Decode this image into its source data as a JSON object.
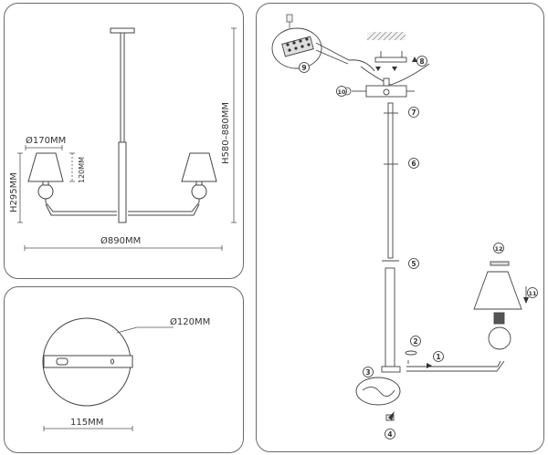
{
  "dimensions": {
    "shade_diameter": "Ø170MM",
    "total_height": "H580–880MM",
    "arm_height": "H295MM",
    "shade_height": "120MM",
    "width": "Ø890MM"
  },
  "canopy": {
    "diameter": "Ø120MM",
    "bracket_width": "115MM"
  },
  "assembly": {
    "steps": [
      "1",
      "2",
      "3",
      "4",
      "5",
      "6",
      "7",
      "8",
      "9",
      "10",
      "11",
      "12"
    ]
  }
}
